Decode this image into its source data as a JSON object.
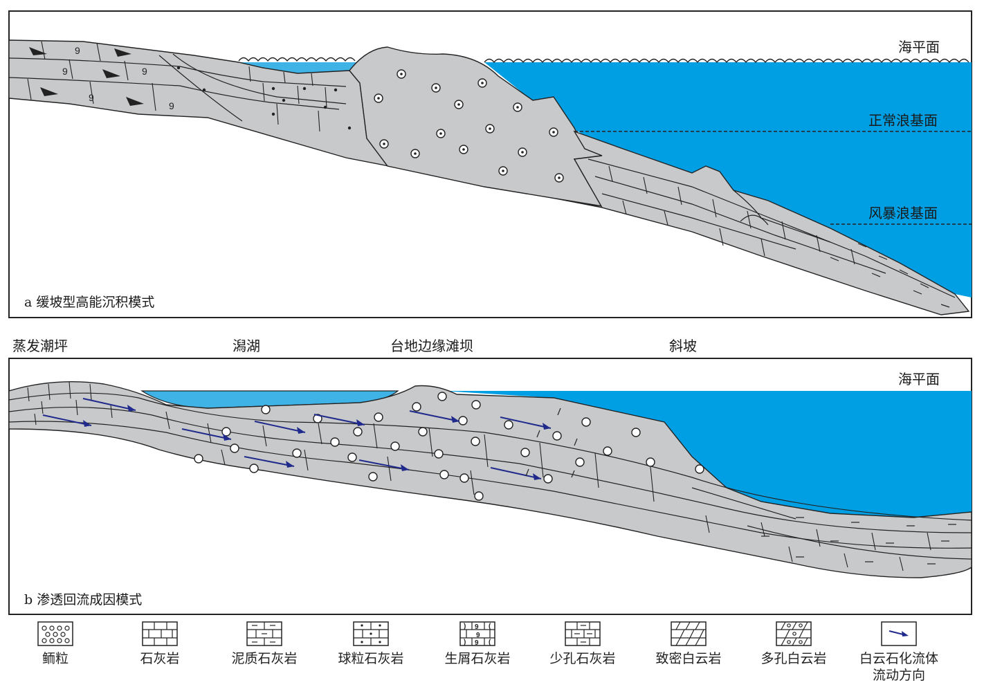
{
  "panel_a": {
    "caption": "a 缓坡型高能沉积模式",
    "sea_level": "海平面",
    "normal_wave_base": "正常浪基面",
    "storm_wave_base": "风暴浪基面"
  },
  "zones": {
    "evaporite_flat": "蒸发潮坪",
    "lagoon": "潟湖",
    "platform_margin_shoal": "台地边缘滩坝",
    "slope": "斜坡"
  },
  "panel_b": {
    "caption": "b 渗透回流成因模式",
    "sea_level": "海平面"
  },
  "legend": [
    {
      "label": "鲕粒",
      "icon": "oolite-pattern-icon"
    },
    {
      "label": "石灰岩",
      "icon": "limestone-pattern-icon"
    },
    {
      "label": "泥质石灰岩",
      "icon": "argillaceous-limestone-pattern-icon"
    },
    {
      "label": "球粒石灰岩",
      "icon": "pellet-limestone-pattern-icon"
    },
    {
      "label": "生屑石灰岩",
      "icon": "bioclastic-limestone-pattern-icon"
    },
    {
      "label": "少孔石灰岩",
      "icon": "low-porosity-limestone-pattern-icon"
    },
    {
      "label": "致密白云岩",
      "icon": "tight-dolomite-pattern-icon"
    },
    {
      "label": "多孔白云岩",
      "icon": "porous-dolomite-pattern-icon"
    },
    {
      "label_line1": "白云石化流体",
      "label_line2": "流动方向",
      "icon": "fluid-flow-arrow-icon"
    }
  ],
  "colors": {
    "sea": "#009fe3",
    "lagoon": "#3fb2e6",
    "rock": "#c8c9cb",
    "arrow": "#1f2a8c"
  }
}
